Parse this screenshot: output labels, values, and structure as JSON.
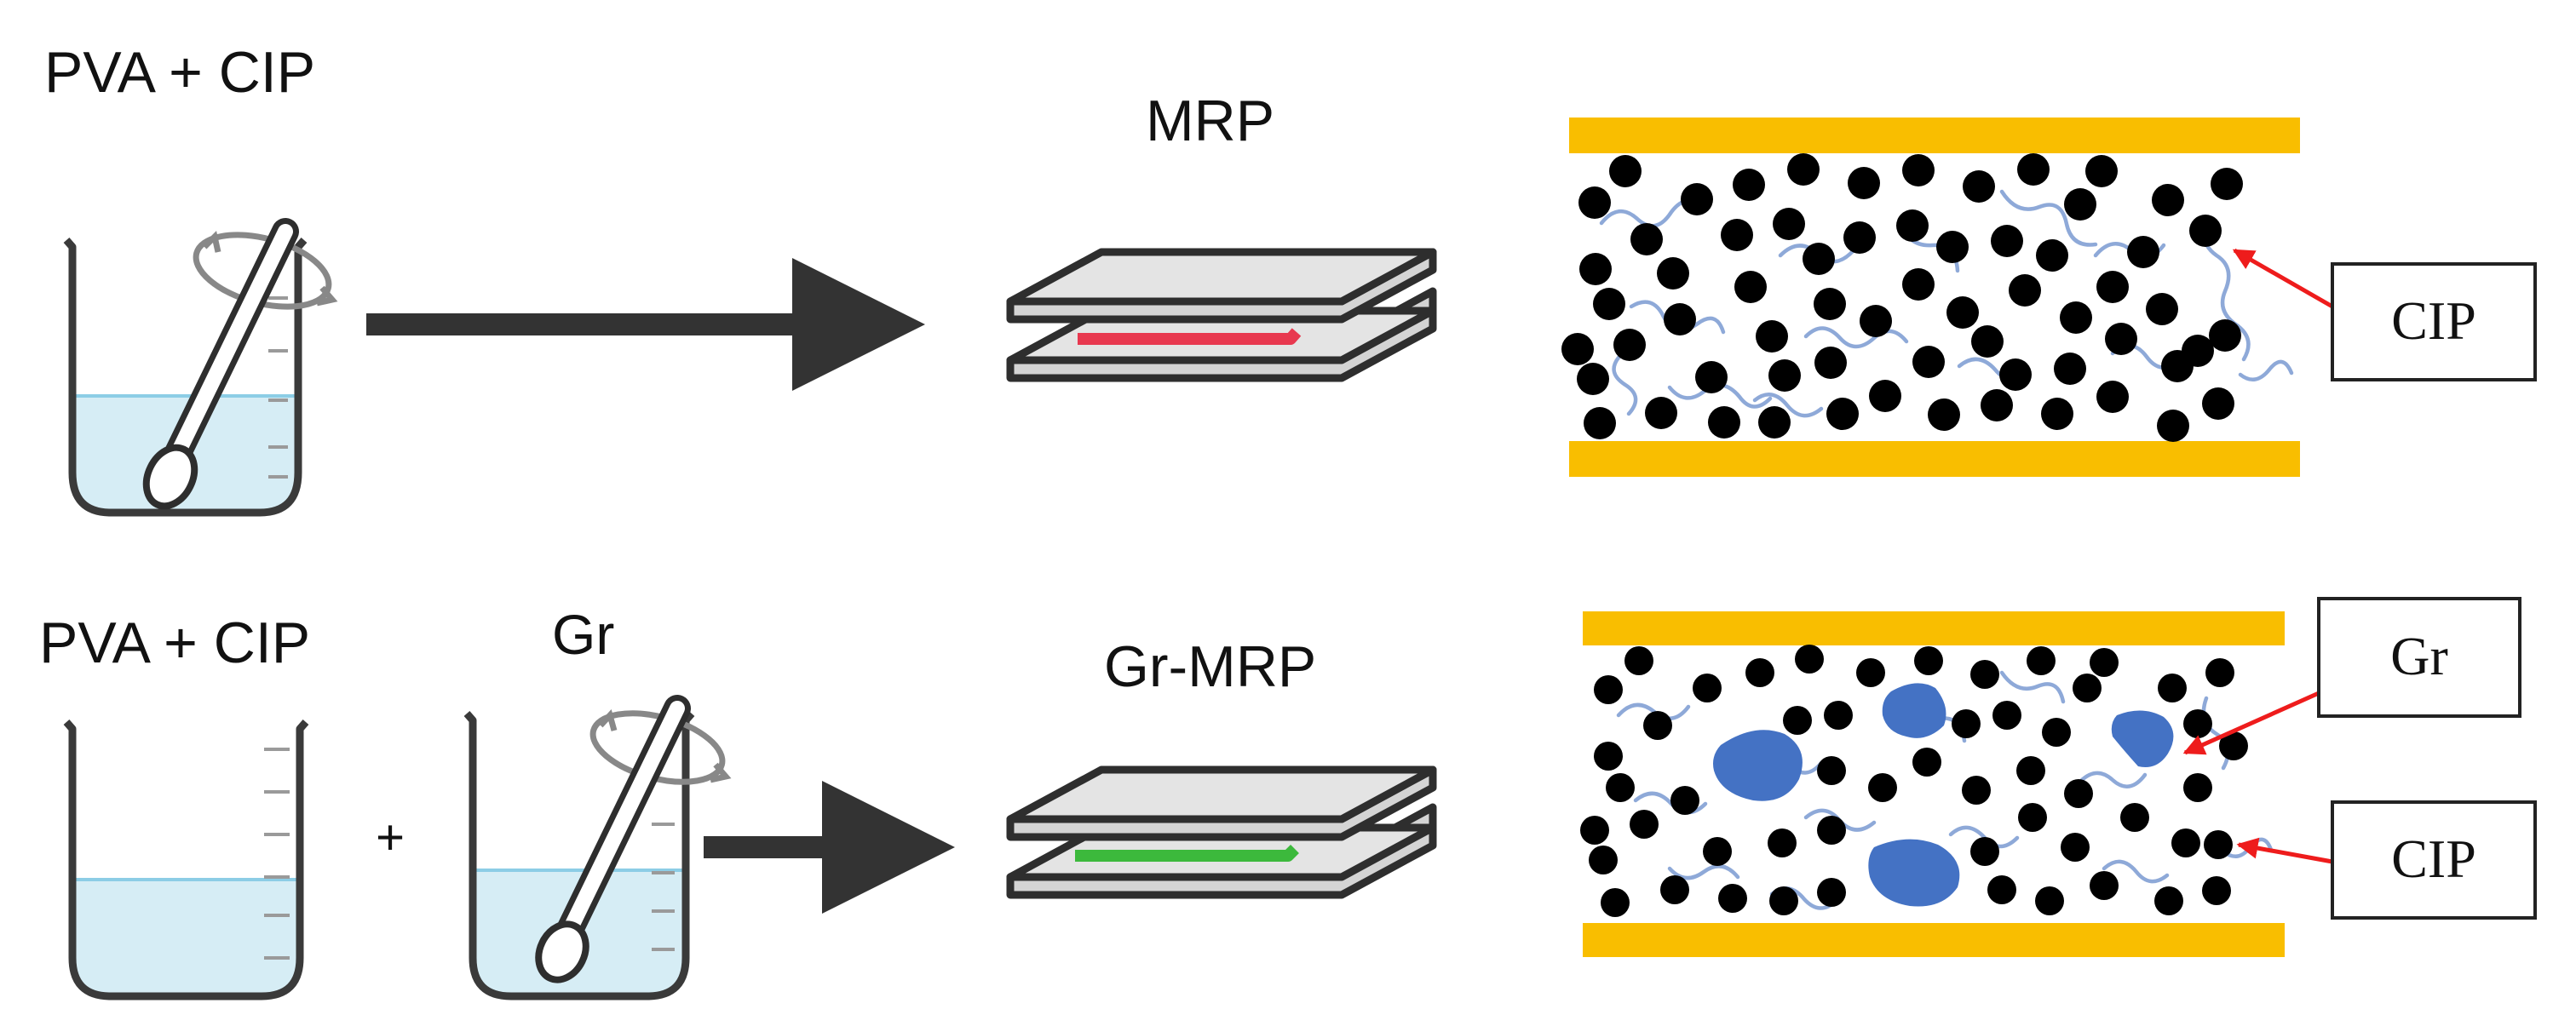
{
  "top_row": {
    "beaker_label": "PVA + CIP",
    "product_label": "MRP",
    "callout_cip": "CIP"
  },
  "bottom_row": {
    "beaker_label": "PVA + CIP",
    "additive_label": "Gr",
    "plus_sign": "+",
    "product_label": "Gr-MRP",
    "callout_gr": "Gr",
    "callout_cip": "CIP"
  },
  "colors": {
    "plate_yellow": "#f9be00",
    "particle_black": "#000000",
    "chain_blue": "#8ea9d8",
    "graphene_blue": "#4472c4",
    "liquid": "#d6edf5",
    "liquid_line": "#8ccde6",
    "mrp_seal": "#e8384f",
    "grmrp_seal": "#3cb93c",
    "plate_grey": "#d4d4d4",
    "arrow_red": "#ee1c1c"
  }
}
